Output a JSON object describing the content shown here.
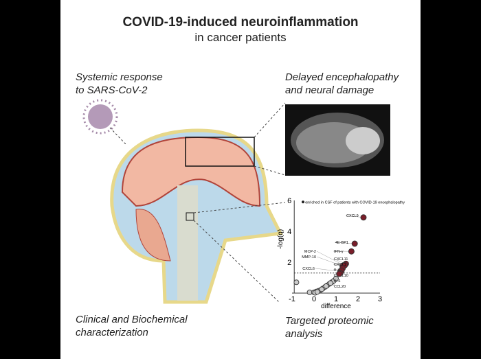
{
  "title": "COVID-19-induced neuroinflammation",
  "subtitle": "in cancer patients",
  "captions": {
    "systemic": "Systemic response",
    "systemic2": "to SARS-CoV-2",
    "delayed": "Delayed encephalopathy",
    "delayed2": "and neural damage",
    "clinical": "Clinical and Biochemical",
    "clinical2": "characterization",
    "targeted": "Targeted proteomic",
    "targeted2": "analysis"
  },
  "chart_data": {
    "type": "scatter",
    "xlabel": "difference",
    "ylabel": "-log(q)",
    "xlim": [
      -1,
      3
    ],
    "ylim": [
      0,
      6
    ],
    "xticks": [
      "-1",
      "0",
      "1",
      "2",
      "3"
    ],
    "yticks": [
      "2",
      "4",
      "6"
    ],
    "threshold": 1.3,
    "legend": "enriched in CSF of patients with COVID-19 encephalopathy",
    "enriched": [
      {
        "label": "CXCL9",
        "x": 2.25,
        "y": 4.9
      },
      {
        "label": "4E-BP1",
        "x": 1.85,
        "y": 3.2
      },
      {
        "label": "IFN-γ",
        "x": 1.7,
        "y": 2.7
      },
      {
        "label": "MCP-2",
        "x": 1.35,
        "y": 1.8
      },
      {
        "label": "MMP-10",
        "x": 1.3,
        "y": 1.75
      },
      {
        "label": "CXCL11",
        "x": 1.45,
        "y": 1.9
      },
      {
        "label": "CXCL1",
        "x": 1.4,
        "y": 1.8
      },
      {
        "label": "IL-8",
        "x": 1.3,
        "y": 1.6
      },
      {
        "label": "CXCL6",
        "x": 1.2,
        "y": 1.4
      },
      {
        "label": "CXCL10",
        "x": 1.25,
        "y": 1.45
      },
      {
        "label": "IL-6",
        "x": 1.2,
        "y": 1.3
      },
      {
        "label": "CCL20",
        "x": 1.15,
        "y": 1.25
      }
    ],
    "other": [
      [
        -0.8,
        0.7
      ],
      [
        -0.2,
        0.05
      ],
      [
        0,
        0.05
      ],
      [
        0.1,
        0.1
      ],
      [
        0.2,
        0.15
      ],
      [
        0.3,
        0.2
      ],
      [
        0.4,
        0.3
      ],
      [
        0.5,
        0.4
      ],
      [
        0.6,
        0.5
      ],
      [
        0.7,
        0.6
      ],
      [
        0.8,
        0.7
      ],
      [
        0.9,
        0.8
      ],
      [
        1.0,
        0.95
      ],
      [
        0.05,
        0.02
      ],
      [
        0.15,
        0.08
      ],
      [
        0.35,
        0.25
      ],
      [
        0.55,
        0.45
      ],
      [
        0.75,
        0.65
      ]
    ]
  }
}
